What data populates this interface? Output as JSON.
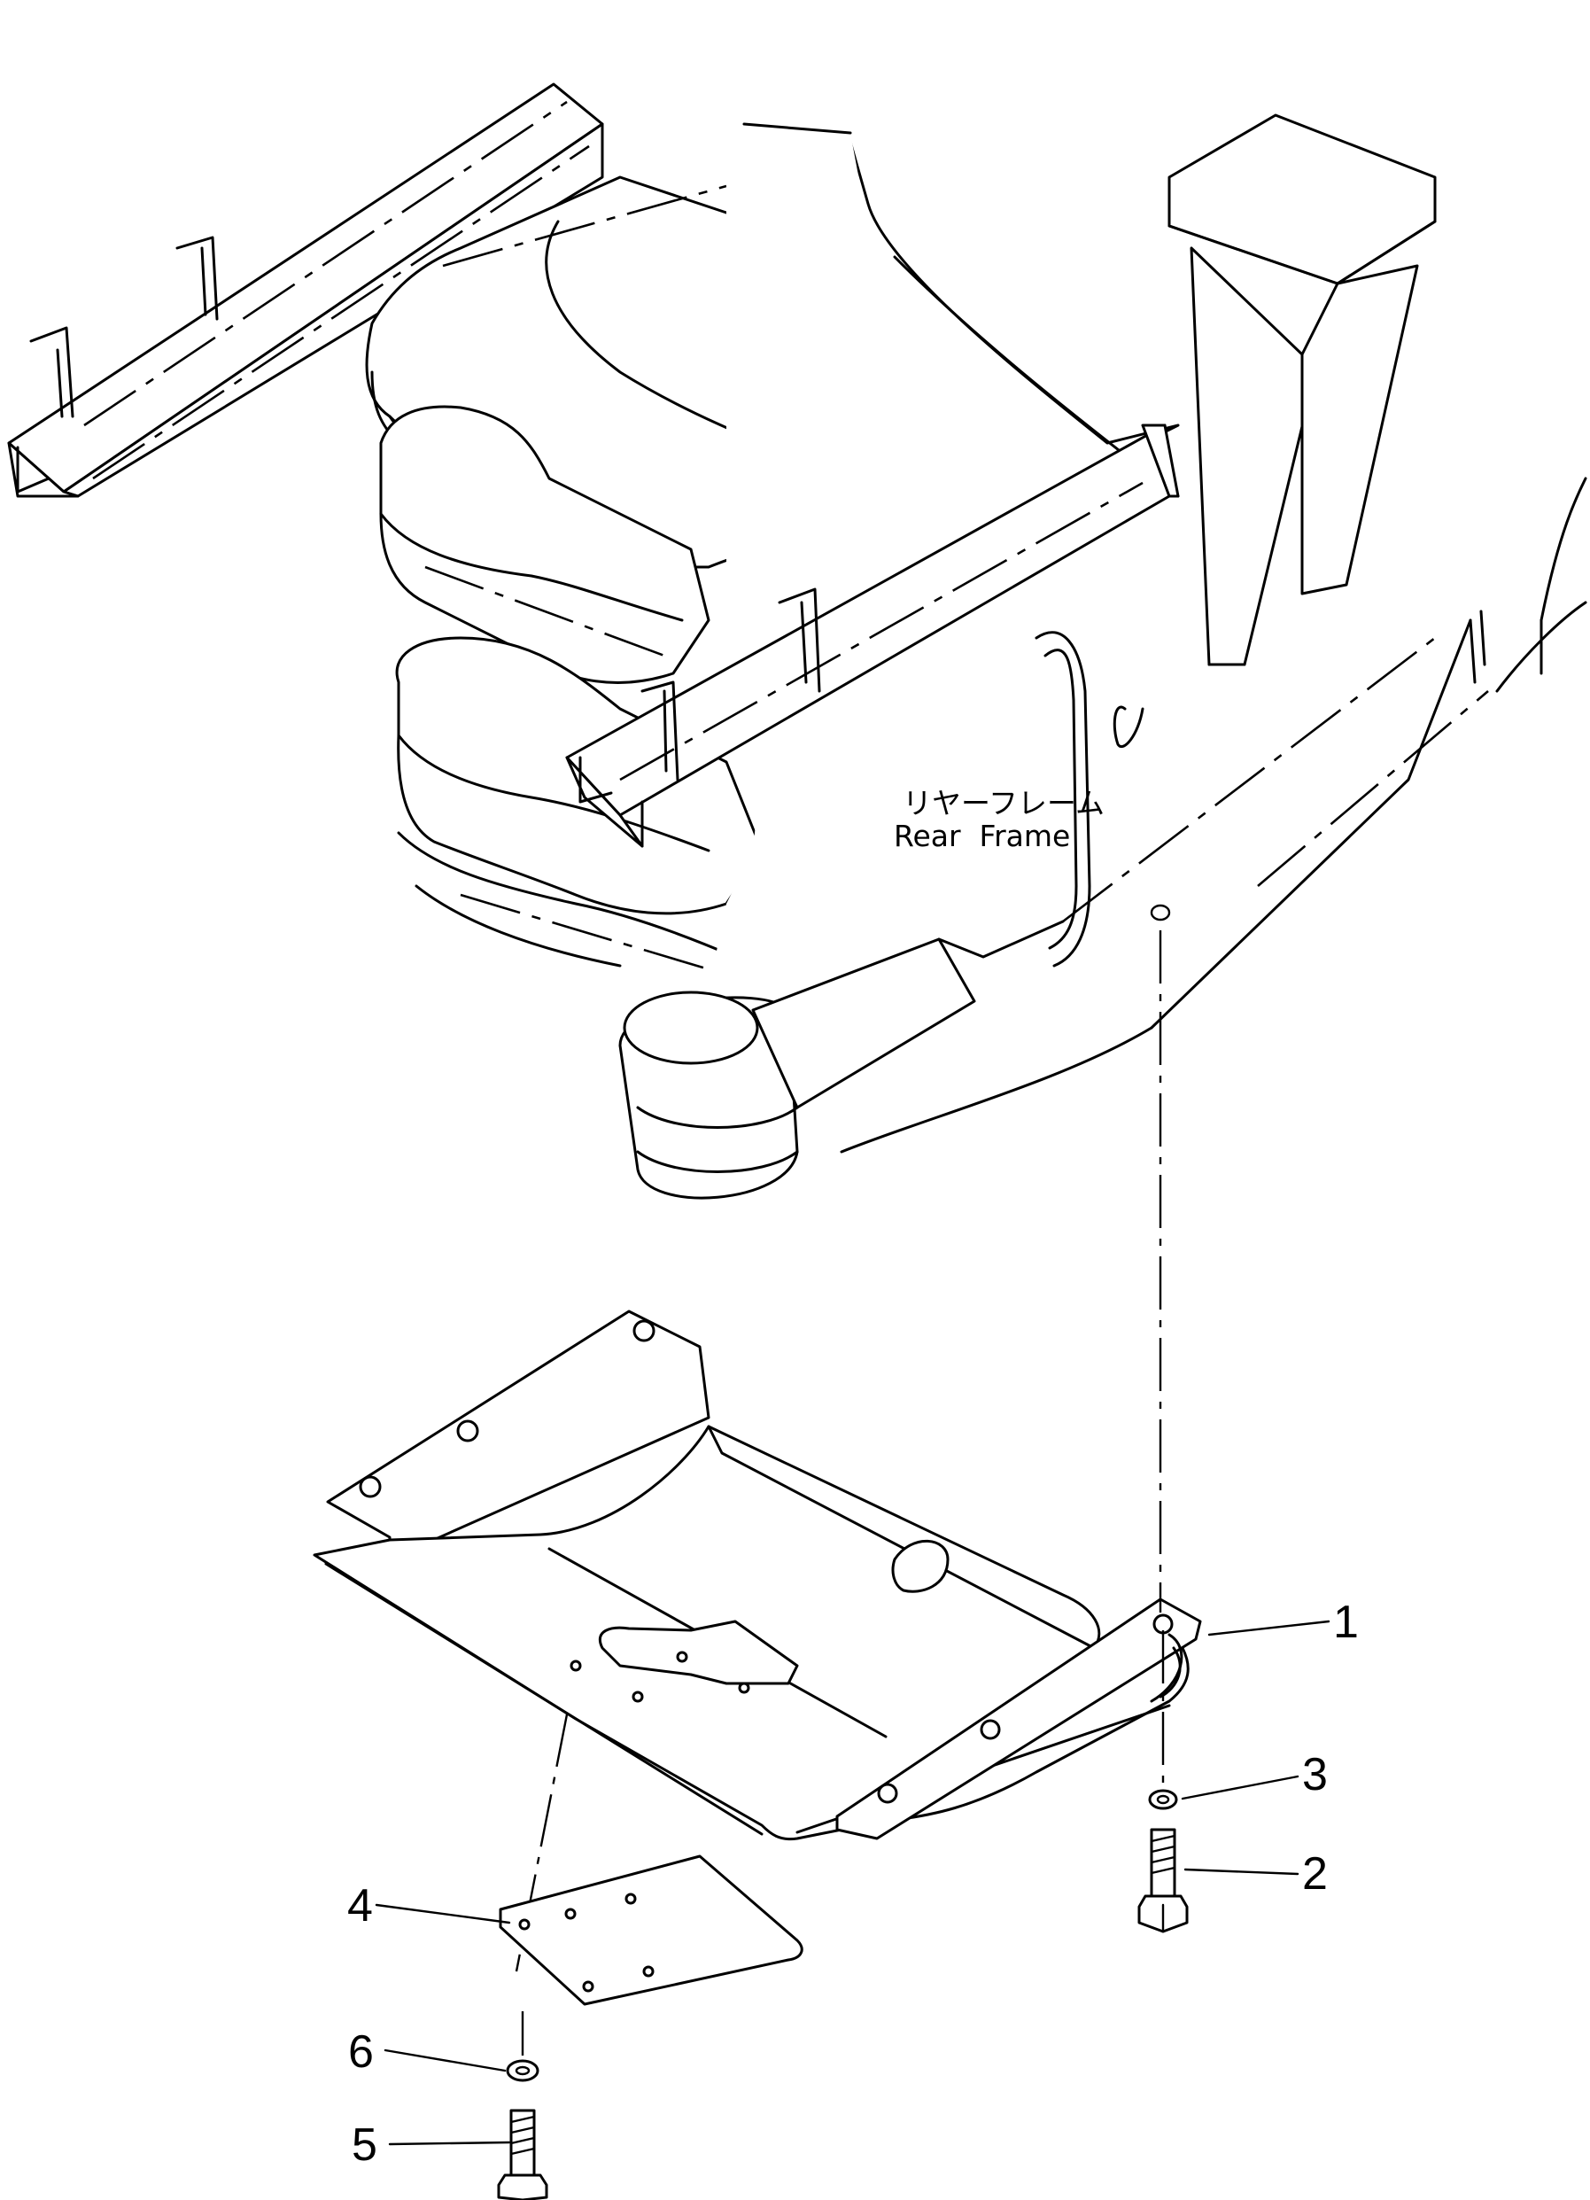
{
  "frame_label": {
    "japanese": "リヤーフレーム",
    "english": "Rear  Frame"
  },
  "callouts": [
    {
      "number": "1",
      "part": "undercover"
    },
    {
      "number": "2",
      "part": "bolt"
    },
    {
      "number": "3",
      "part": "washer"
    },
    {
      "number": "4",
      "part": "plate"
    },
    {
      "number": "5",
      "part": "bolt"
    },
    {
      "number": "6",
      "part": "washer"
    }
  ]
}
